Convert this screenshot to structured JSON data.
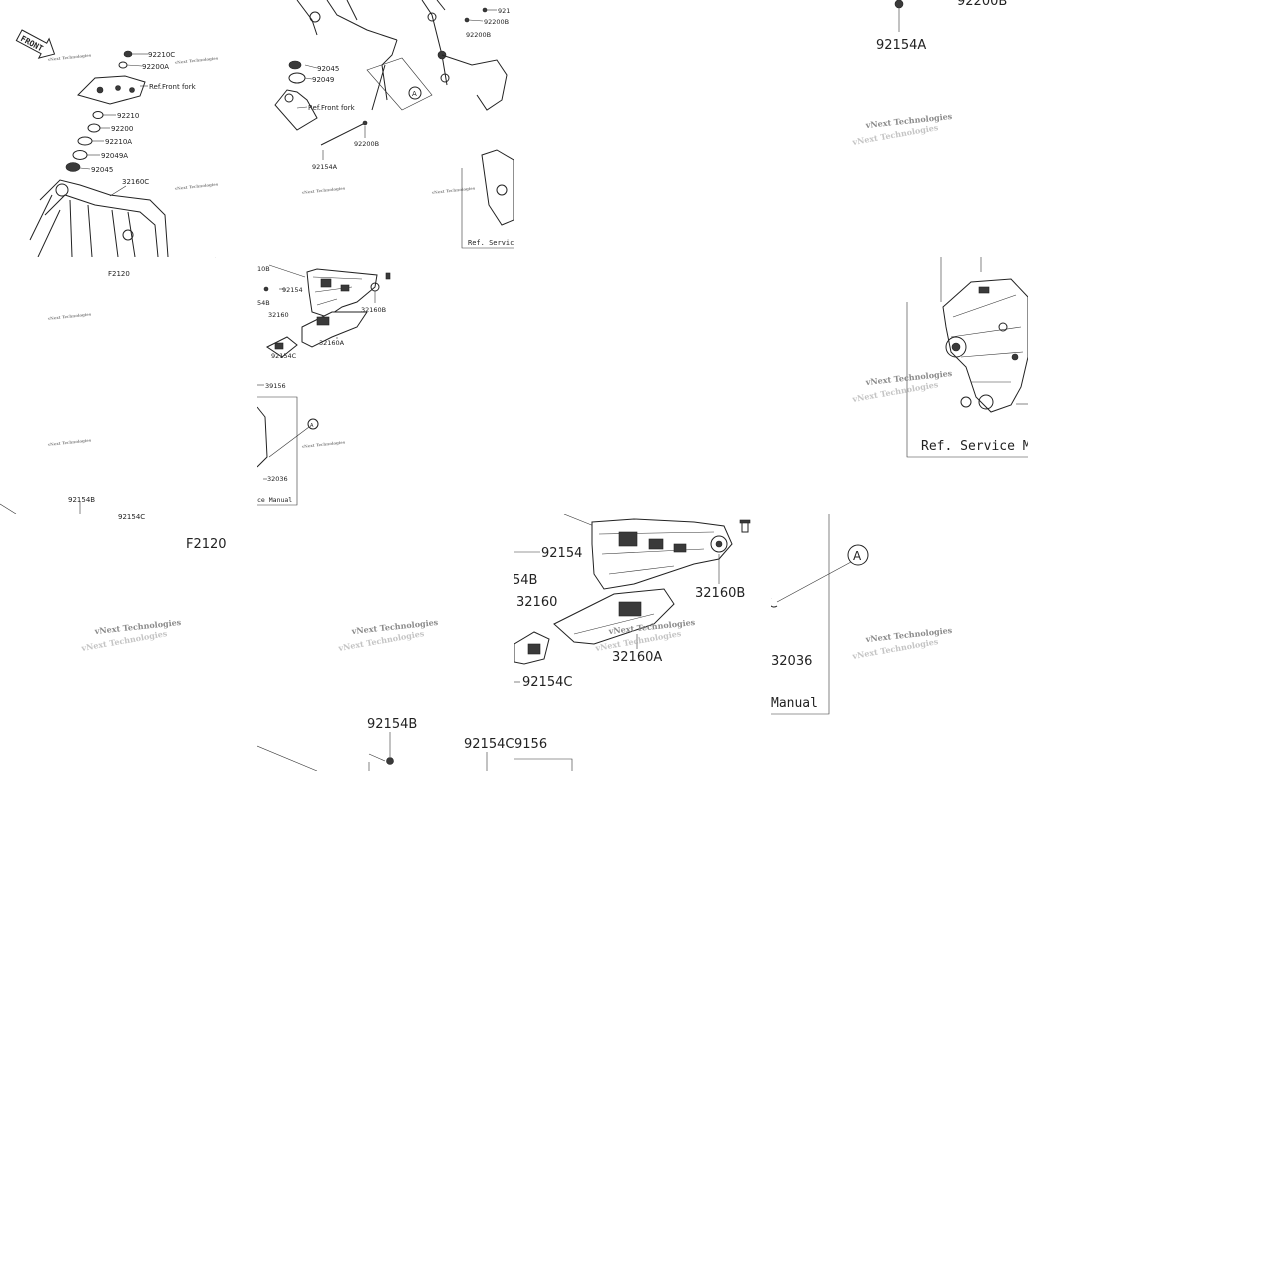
{
  "diagram": {
    "front_badge": "FRONT",
    "figure_code": "F2120",
    "watermark": "vNext Technologies",
    "labels": {
      "p92210C": "92210C",
      "p92200A": "92200A",
      "ref_front_fork": "Ref.Front fork",
      "ref_front_fork_2": "Ref.Front fork",
      "p92210": "92210",
      "p92200": "92200",
      "p92210A": "92210A",
      "p92049A": "92049A",
      "p92045": "92045",
      "p92045b": "92045",
      "p92049": "92049",
      "p32160C": "32160C",
      "p92200B": "92200B",
      "p92154A": "92154A",
      "p92154": "92154",
      "p92154B": "92154B",
      "p92154C": "92154C",
      "p32160": "32160",
      "p32160A": "32160A",
      "p32160B": "32160B",
      "p32036": "32036",
      "p39156": "39156",
      "ref_service": "Ref. Service",
      "ref_service_manual": "Ref. Service M",
      "manual": "Manual",
      "ce_manual": "ce Manual",
      "circle_a": "A",
      "p92154_partial": "92154",
      "p54B": "54B",
      "p10B": "10B",
      "p9156": "9156",
      "p92200B_partial": "92200B",
      "p921_partial": "921"
    }
  }
}
